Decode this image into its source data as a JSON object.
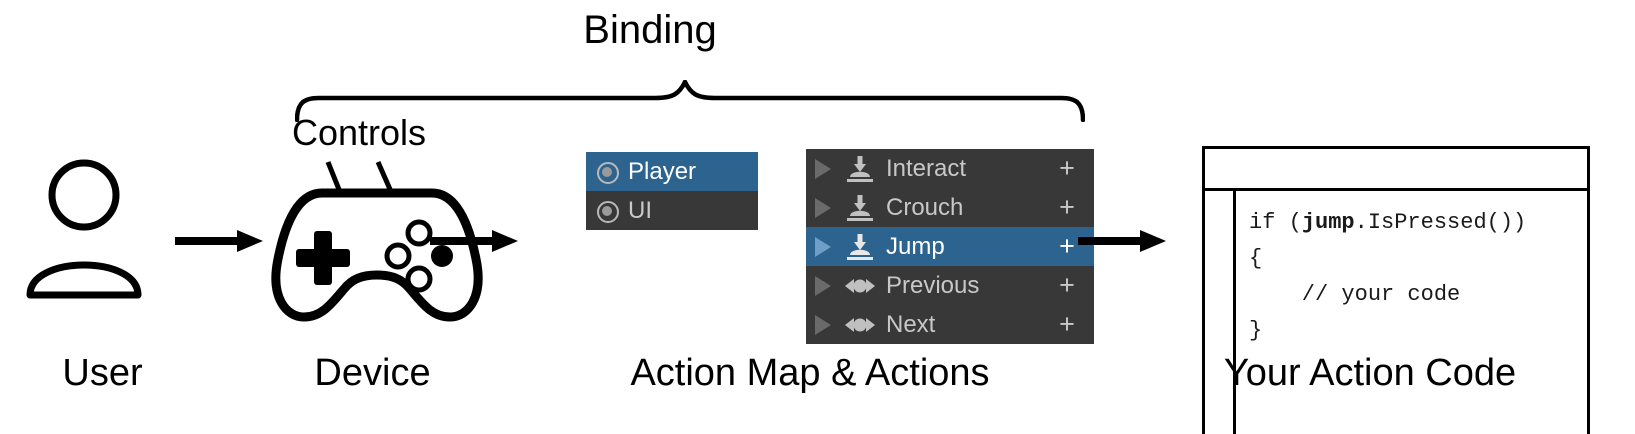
{
  "diagram": {
    "title_brace_label": "Binding",
    "controls_label": "Controls",
    "captions": {
      "user": "User",
      "device": "Device",
      "action_map": "Action Map & Actions",
      "code": "Your Action Code"
    },
    "colors": {
      "panel_background": "#383838",
      "selection_blue": "#2c648f",
      "label_text": "#c8c8c8",
      "selected_text": "#ffffff",
      "caret_gray": "#6a6a6a",
      "stroke_black": "#000000",
      "page_background": "#ffffff"
    }
  },
  "action_map_panel": {
    "rows": [
      {
        "label": "Player",
        "icon": "action-map-ring-icon",
        "selected": true
      },
      {
        "label": "UI",
        "icon": "action-map-ring-icon",
        "selected": false
      }
    ]
  },
  "actions_panel": {
    "add_button_label": "+",
    "rows": [
      {
        "label": "Interact",
        "icon": "button-action-icon",
        "selected": false,
        "expander": "chevron-right-icon",
        "plus": "+"
      },
      {
        "label": "Crouch",
        "icon": "button-action-icon",
        "selected": false,
        "expander": "chevron-right-icon",
        "plus": "+"
      },
      {
        "label": "Jump",
        "icon": "button-action-icon",
        "selected": true,
        "expander": "chevron-right-icon",
        "plus": "+"
      },
      {
        "label": "Previous",
        "icon": "axis-action-icon",
        "selected": false,
        "expander": "chevron-right-icon",
        "plus": "+"
      },
      {
        "label": "Next",
        "icon": "axis-action-icon",
        "selected": false,
        "expander": "chevron-right-icon",
        "plus": "+"
      }
    ]
  },
  "code_window": {
    "lines": [
      "if (jump.IsPressed())",
      "{",
      "    // your code",
      "}"
    ],
    "bold_token": "jump"
  },
  "device": {
    "icon": "gamepad-icon",
    "user_icon": "user-icon",
    "arrows": [
      "arrow-user-to-device",
      "arrow-device-to-actions",
      "arrow-actions-to-code"
    ]
  }
}
